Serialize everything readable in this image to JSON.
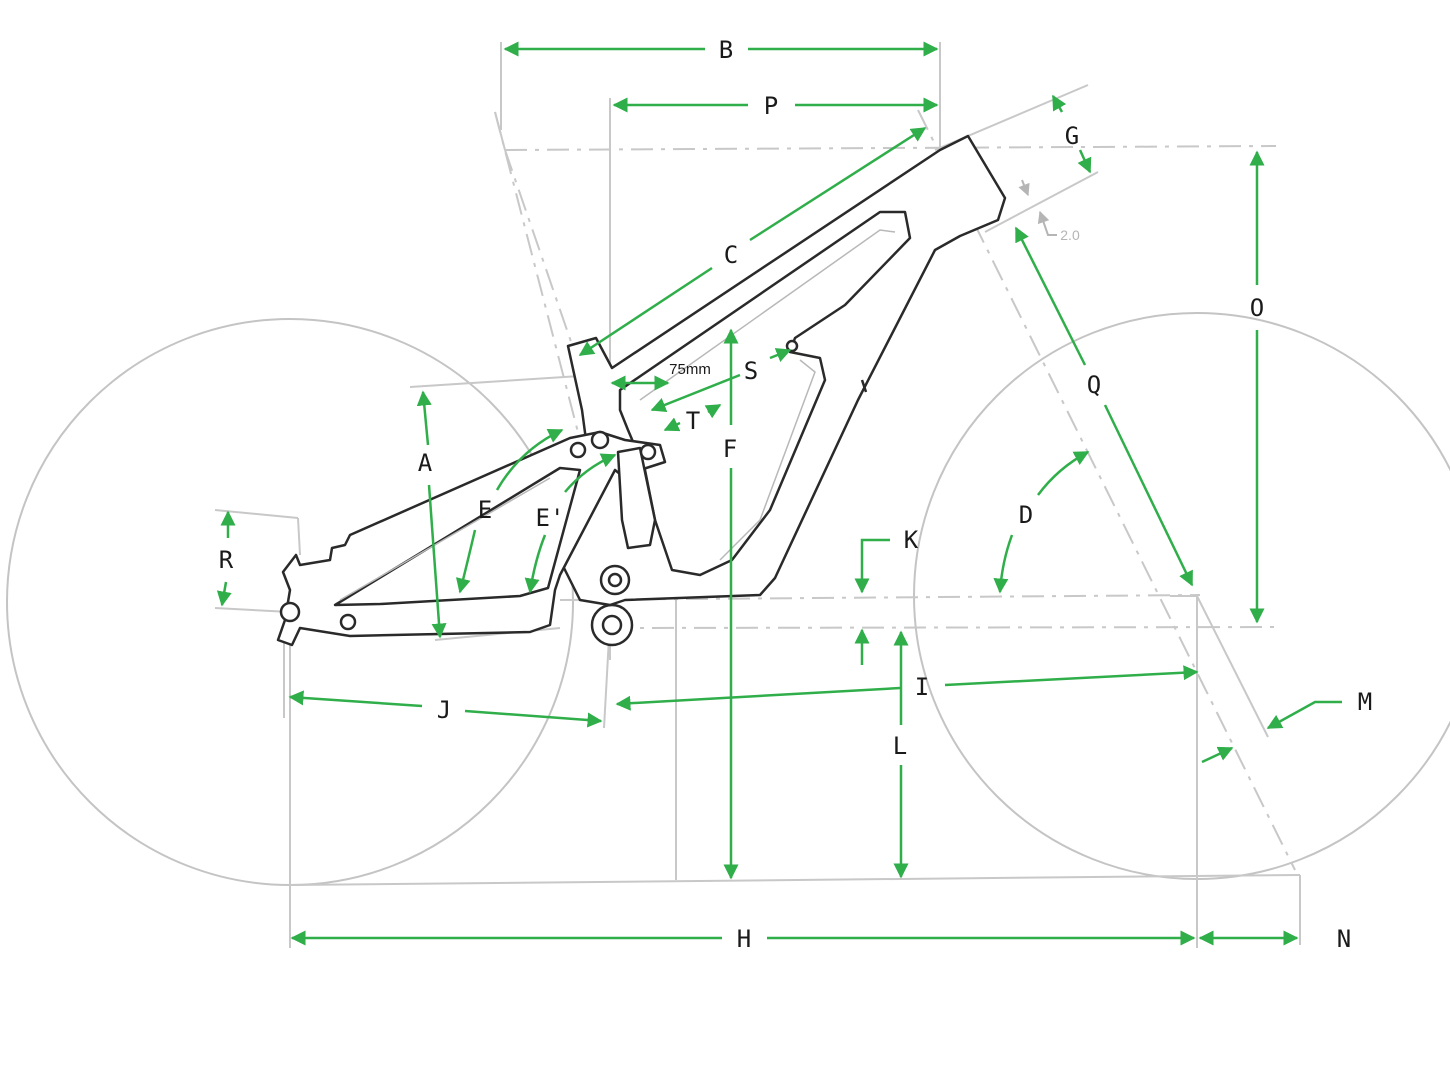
{
  "labels": {
    "A": "A",
    "B": "B",
    "C": "C",
    "D": "D",
    "E": "E",
    "E_prime": "E'",
    "F": "F",
    "G": "G",
    "H": "H",
    "I": "I",
    "J": "J",
    "K": "K",
    "L": "L",
    "M": "M",
    "N": "N",
    "O": "O",
    "P": "P",
    "Q": "Q",
    "R": "R",
    "S": "S",
    "T": "T"
  },
  "annotations": {
    "offset_75": "75mm",
    "headtube_2": "2.0"
  },
  "colors": {
    "dimension": "#2fae4a",
    "guide": "#c8c8c8",
    "frame": "#2a2a2a"
  }
}
